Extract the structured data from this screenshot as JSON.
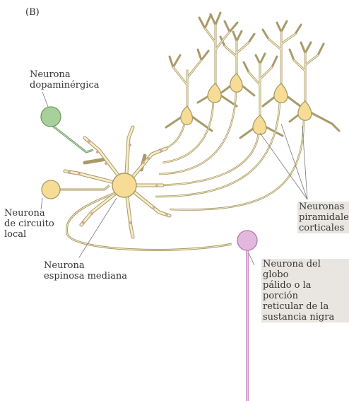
{
  "figure": {
    "panel_label": "(B)",
    "labels": {
      "dopaminergic": "Neurona\ndopaminérgica",
      "local_circuit": "Neurona\nde circuito\nlocal",
      "spiny": "Neurona\nespinosa mediana",
      "pyramidal": "Neuronas\npiramidales\ncorticales",
      "globus": "Neurona del globo\npálido o la porción\nreticular de la\nsustancia nigra"
    },
    "colors": {
      "axon_stroke": "#a89a6a",
      "axon_fill": "#f6edc6",
      "soma_yellow": "#f7dc95",
      "dopaminergic_green": "#a8d09a",
      "globus_pink": "#e4b7de",
      "globus_axon": "#c98fc2",
      "spine_dots": "#d9a59b"
    }
  }
}
